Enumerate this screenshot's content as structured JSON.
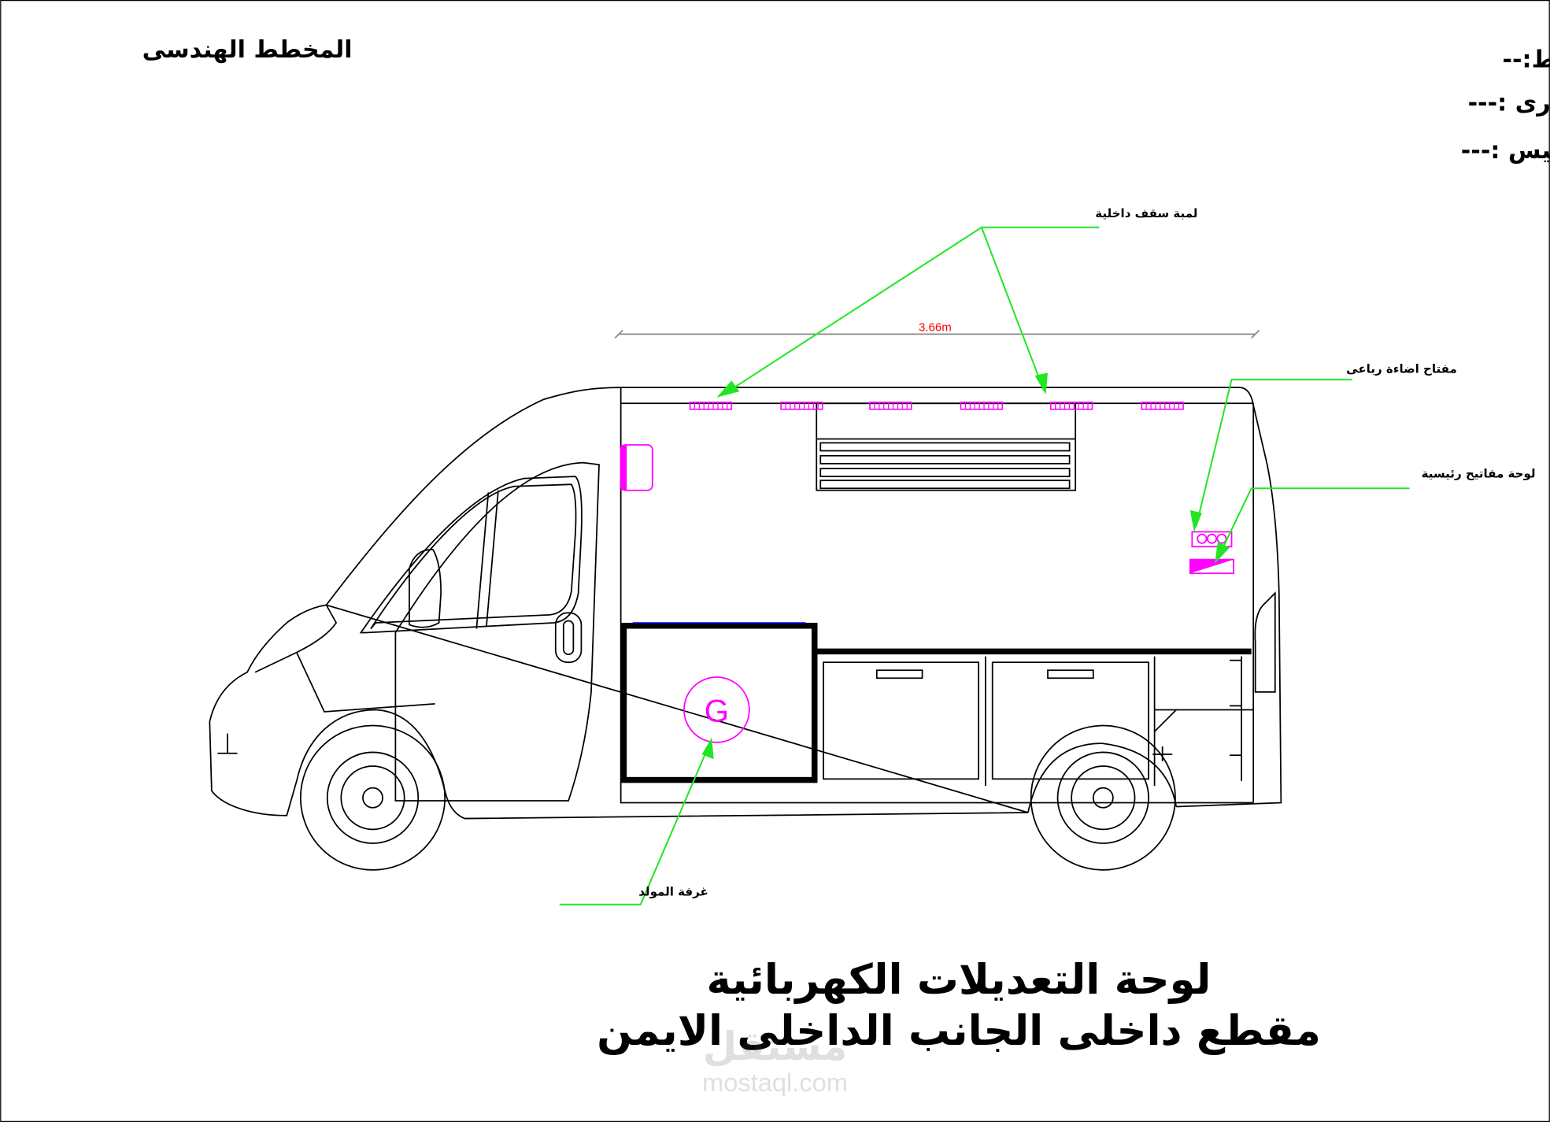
{
  "header": {
    "plan_title": "المخطط الهندسى",
    "owner_label": "اسم صاحب النشاط:--",
    "trade_name_label": "الاسم التجارى :---",
    "registration_label": "رقم التأسيس :---"
  },
  "dimension": {
    "length_label": "3.66m"
  },
  "callouts": {
    "ceiling_lamp": "لمبة سقف داخلية",
    "light_switch": "مفتاح اضاءة رباعى",
    "switch_panel": "لوحة مفاتيح رئيسية",
    "generator_room": "غرفة المولد"
  },
  "generator": {
    "symbol": "G"
  },
  "footer": {
    "title_line1": "لوحة التعديلات الكهربائية",
    "title_line2": "مقطع داخلى الجانب الداخلى الايمن"
  },
  "watermark": {
    "arabic": "مستقل",
    "latin": "mostaql.com"
  },
  "colors": {
    "leader": "#22e622",
    "electrical": "#ff00ff",
    "dimension_text": "#ff0000"
  }
}
